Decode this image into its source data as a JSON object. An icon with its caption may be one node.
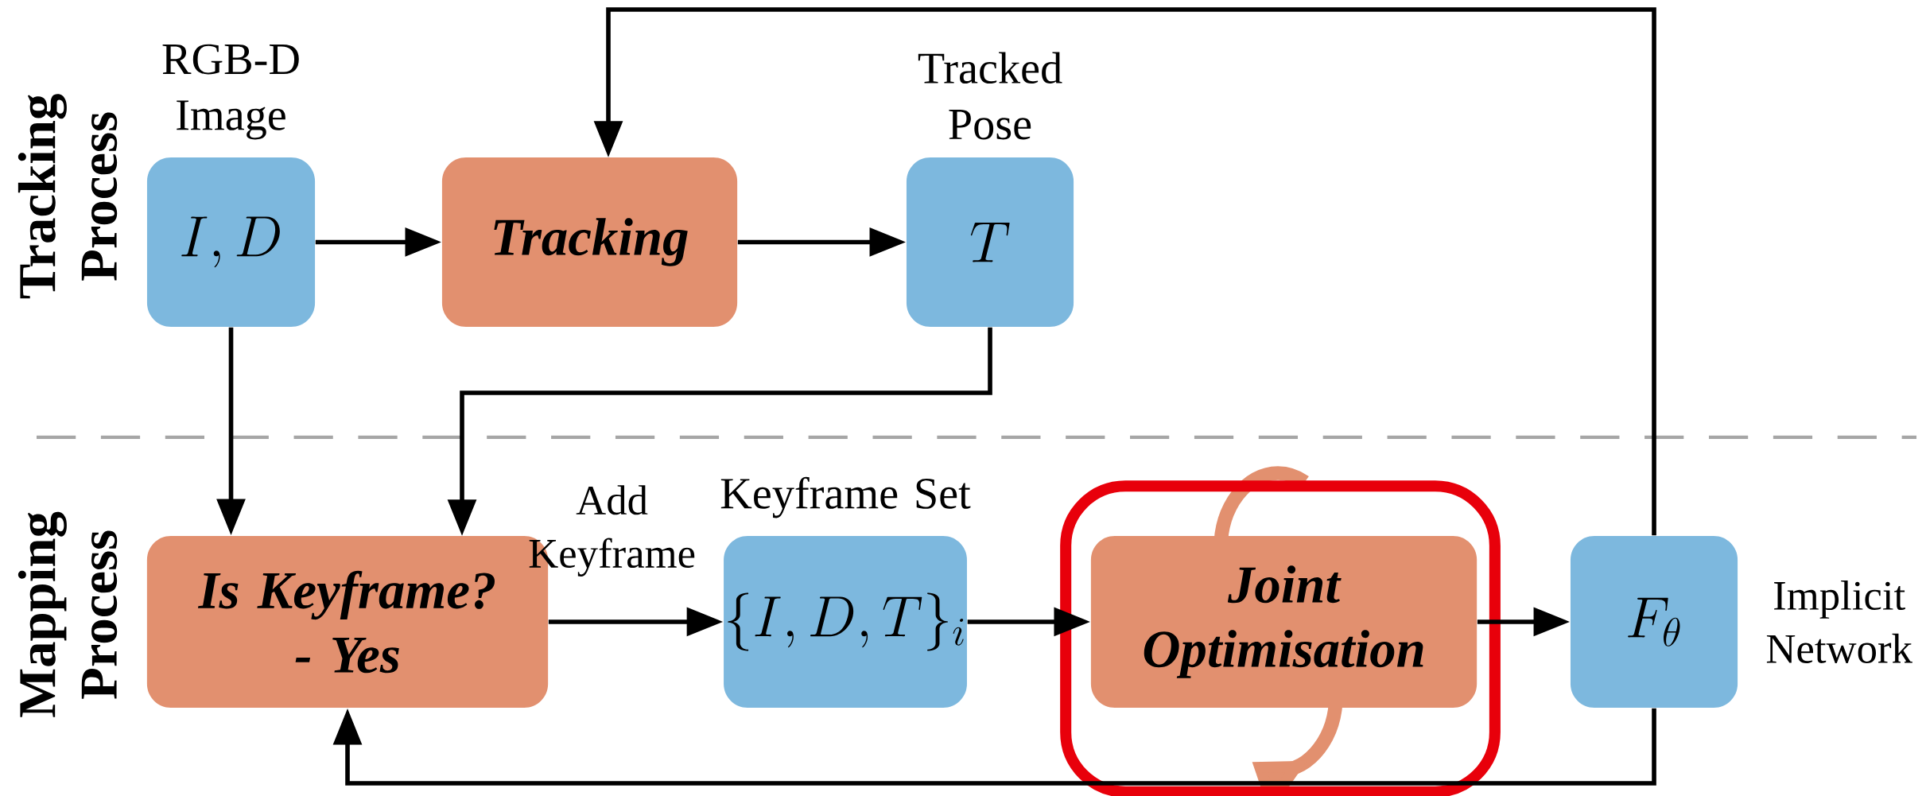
{
  "diagram": {
    "nodes": [
      {
        "text": [
          "I, D"
        ],
        "beside": [
          "RGB-D Image"
        ]
      },
      {
        "text": [
          "Tracking"
        ]
      },
      {
        "text": [
          "T"
        ],
        "beside": [
          "Tracked Pose"
        ]
      },
      {
        "text": [
          "Is Keyframe? - Yes"
        ]
      },
      {
        "text": [
          "\\{I, D, T\\}_i"
        ],
        "beside": [
          "Keyframe Set"
        ]
      },
      {
        "text": [],
        "shape": "box"
      },
      {
        "text": [
          "Joint Optimisation"
        ],
        "in": 5
      },
      {
        "text": [
          "F_\\theta"
        ],
        "beside": [
          "Implicit Network"
        ]
      }
    ],
    "edges": [
      {
        "from": 0,
        "to": 1,
        "arrow": "to"
      },
      {
        "from": 1,
        "to": 2,
        "arrow": "to"
      },
      {
        "from": 0,
        "to": 3,
        "arrow": "to"
      },
      {
        "from": 2,
        "to": 3,
        "arrow": "to"
      },
      {
        "from": 3,
        "to": 4,
        "arrow": "to",
        "label": "Add Keyframe"
      },
      {
        "from": 4,
        "to": 6,
        "arrow": "to"
      },
      {
        "from": 6,
        "to": 7,
        "arrow": "to"
      },
      {
        "from": 7,
        "to": 1,
        "arrow": "to"
      },
      {
        "from": 7,
        "to": 3,
        "arrow": "to"
      }
    ],
    "labels": [
      "Tracking Process",
      "Mapping Process"
    ]
  }
}
